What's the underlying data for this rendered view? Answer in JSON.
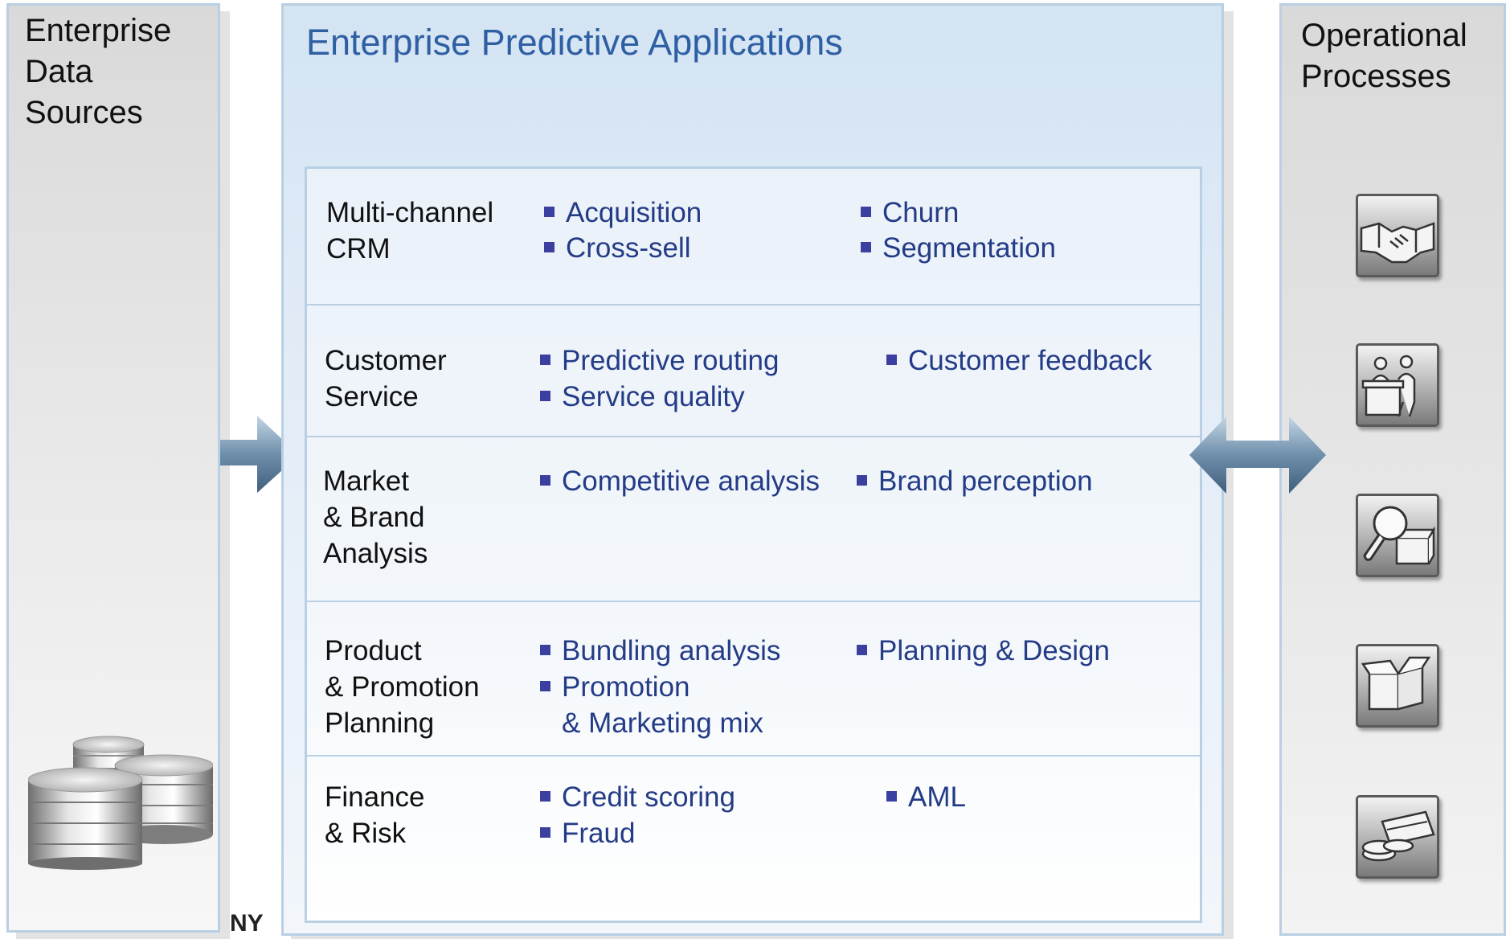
{
  "left_panel": {
    "title_lines": [
      "Enterprise",
      "Data",
      "Sources"
    ]
  },
  "center_panel": {
    "title": "Enterprise Predictive Applications",
    "rows": [
      {
        "label_lines": [
          "Multi-channel",
          "CRM"
        ],
        "col1": [
          "Acquisition",
          "Cross-sell"
        ],
        "col2": [
          "Churn",
          "Segmentation"
        ]
      },
      {
        "label_lines": [
          "Customer",
          "Service"
        ],
        "col1": [
          "Predictive routing",
          "Service quality"
        ],
        "col2": [
          "Customer feedback"
        ]
      },
      {
        "label_lines": [
          "Market",
          "& Brand",
          "Analysis"
        ],
        "col1": [
          "Competitive analysis"
        ],
        "col2": [
          "Brand perception"
        ]
      },
      {
        "label_lines": [
          "Product",
          "& Promotion",
          "Planning"
        ],
        "col1": [
          "Bundling analysis",
          "Promotion",
          "& Marketing mix"
        ],
        "col2": [
          "Planning & Design"
        ]
      },
      {
        "label_lines": [
          "Finance",
          "& Risk"
        ],
        "col1": [
          "Credit scoring",
          "Fraud"
        ],
        "col2": [
          "AML"
        ]
      }
    ]
  },
  "right_panel": {
    "title_lines": [
      "Operational",
      "Processes"
    ],
    "icons": [
      "handshake-icon",
      "service-desk-icon",
      "magnifier-box-icon",
      "open-box-icon",
      "money-icon"
    ]
  },
  "colors": {
    "title_blue": "#2e5fa3",
    "bullet_text": "#243b86",
    "bullet_square": "#3b3fa0",
    "panel_border": "#b9cfe3",
    "arrow": "#4f7391"
  },
  "footer_fragment": "NY"
}
